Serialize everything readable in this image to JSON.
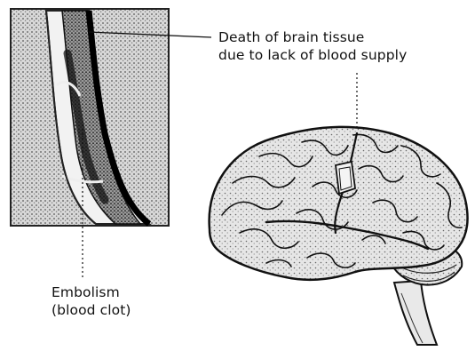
{
  "labels": {
    "death_line1": "Death of brain tissue",
    "death_line2": "due to lack of blood supply",
    "embolism_line1": "Embolism",
    "embolism_line2": "(blood clot)"
  },
  "colors": {
    "ink": "#111111",
    "paper": "#ffffff",
    "stipple": "#8a8a8a"
  },
  "icons": {
    "vessel_panel": "blood-vessel-cross-section-illustration",
    "brain": "brain-illustration"
  }
}
